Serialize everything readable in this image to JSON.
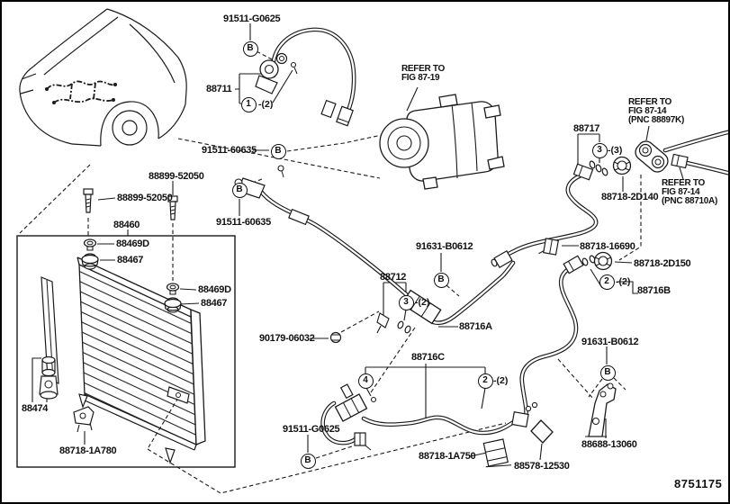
{
  "figure": {
    "number": "8751175"
  },
  "colors": {
    "line": "#1a1a1a",
    "background": "#ffffff"
  },
  "labels": {
    "p91511_g0625_top": "91511-G0625",
    "p88711": "88711",
    "p91511_60635_a": "91511-60635",
    "p91511_60635_b": "91511-60635",
    "p88899_52050_a": "88899-52050",
    "p88899_52050_b": "88899-52050",
    "p88460": "88460",
    "p88469d_a": "88469D",
    "p88467_a": "88467",
    "p88469d_b": "88469D",
    "p88467_b": "88467",
    "p88474": "88474",
    "p88718_1a780": "88718-1A780",
    "p90179_06032": "90179-06032",
    "p88712": "88712",
    "p91631_b0612_a": "91631-B0612",
    "p91631_b0612_b": "91631-B0612",
    "p88716a": "88716A",
    "p88716b": "88716B",
    "p88716c": "88716C",
    "p91511_g0625_b": "91511-G0625",
    "p88718_1a750": "88718-1A750",
    "p88578_12530": "88578-12530",
    "p88688_13060": "88688-13060",
    "p88718_2d150": "88718-2D150",
    "p88718_16690": "88718-16690",
    "p88717": "88717",
    "p88718_2d140": "88718-2D140",
    "refer_19_l1": "REFER TO",
    "refer_19_l2": "FIG 87-19",
    "refer_14a_l1": "REFER TO",
    "refer_14a_l2": "FIG 87-14",
    "refer_14a_l3": "(PNC 88897K)",
    "refer_14b_l1": "REFER TO",
    "refer_14b_l2": "FIG 87-14",
    "refer_14b_l3": "(PNC 88710A)",
    "qty2": "-(2)",
    "qty3": "-(3)"
  },
  "callouts": {
    "b": "B",
    "c1": "1",
    "c2": "2",
    "c3": "3",
    "c4": "4"
  }
}
